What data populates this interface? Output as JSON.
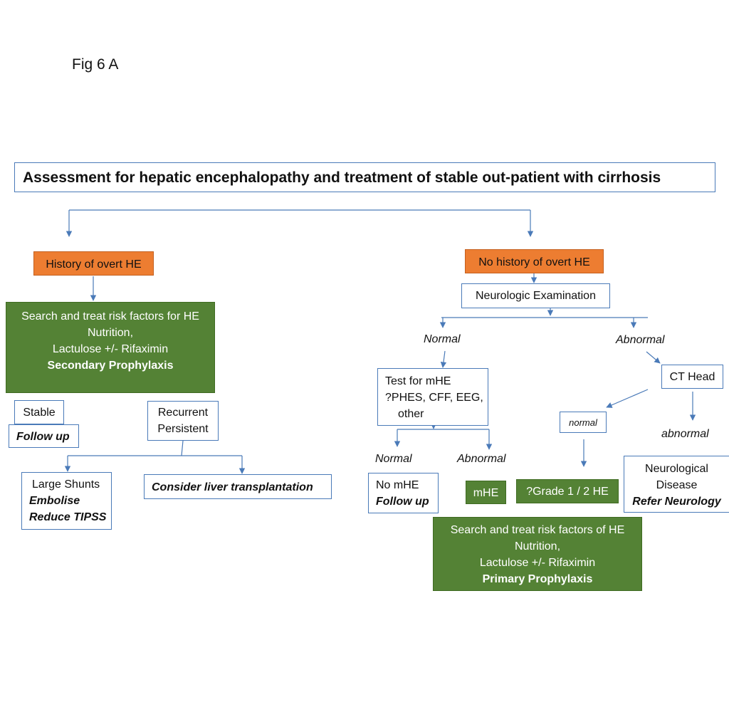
{
  "fig_label": "Fig 6 A",
  "title": "Assessment for hepatic encephalopathy and treatment of stable out-patient with cirrhosis",
  "left": {
    "history": "History of overt HE",
    "secondary": {
      "line1": "Search and treat risk factors for HE",
      "line2": "Nutrition,",
      "line3": "Lactulose +/- Rifaximin",
      "line4": "Secondary Prophylaxis"
    },
    "stable": "Stable",
    "follow_up": "Follow up",
    "recurrent": {
      "line1": "Recurrent",
      "line2": "Persistent"
    },
    "shunts": {
      "line1": "Large Shunts",
      "line2": "Embolise",
      "line3": "Reduce TIPSS"
    },
    "transplant": "Consider liver transplantation"
  },
  "right": {
    "no_history": "No history of overt HE",
    "neuro_exam": "Neurologic Examination",
    "normal": "Normal",
    "abnormal": "Abnormal",
    "test": {
      "line1": "Test for mHE",
      "line2": "?PHES, CFF, EEG,",
      "line3": "other"
    },
    "ct_head": "CT Head",
    "ct_normal": "normal",
    "ct_abnormal": "abnormal",
    "test_normal": "Normal",
    "test_abnormal": "Abnormal",
    "no_mhe": {
      "line1": "No mHE",
      "line2": "Follow up"
    },
    "mhe": "mHE",
    "grade": "?Grade 1 / 2 HE",
    "neuro_disease": {
      "line1": "Neurological",
      "line2": "Disease",
      "line3": "Refer Neurology"
    },
    "primary": {
      "line1": "Search and treat risk factors of HE",
      "line2": "Nutrition,",
      "line3": "Lactulose +/- Rifaximin",
      "line4": "Primary Prophylaxis"
    }
  },
  "colors": {
    "border": "#4a7ab8",
    "orange": "#ed7d31",
    "green": "#548235"
  }
}
